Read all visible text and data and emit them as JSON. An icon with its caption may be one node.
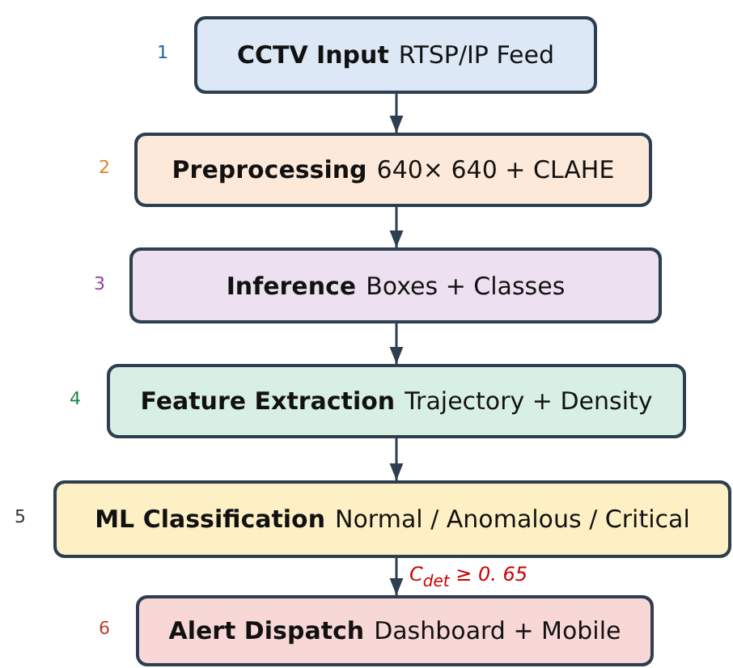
{
  "diagram": {
    "nodes": [
      {
        "text": [
          "CCTV Input",
          "RTSP/IP Feed"
        ],
        "beside": [
          "1"
        ]
      },
      {
        "text": [
          "Preprocessing",
          "640× 640 + CLAHE"
        ],
        "beside": [
          "2"
        ]
      },
      {
        "text": [
          "Inference",
          "Boxes + Classes"
        ],
        "beside": [
          "3"
        ]
      },
      {
        "text": [
          "Feature Extraction",
          "Trajectory + Density"
        ],
        "beside": [
          "4"
        ]
      },
      {
        "text": [
          "ML Classification",
          "Normal / Anomalous / Critical"
        ],
        "beside": [
          "5"
        ]
      },
      {
        "text": [
          "Alert Dispatch",
          "Dashboard + Mobile"
        ],
        "beside": [
          "6"
        ]
      }
    ],
    "edges": [
      {
        "from": 0,
        "to": 1,
        "arrow": "to"
      },
      {
        "from": 1,
        "to": 2,
        "arrow": "to"
      },
      {
        "from": 2,
        "to": 3,
        "arrow": "to"
      },
      {
        "from": 3,
        "to": 4,
        "arrow": "to"
      },
      {
        "from": 4,
        "to": 5,
        "arrow": "to",
        "label": "C$_{det}$ ≥ 0. 65"
      }
    ]
  }
}
